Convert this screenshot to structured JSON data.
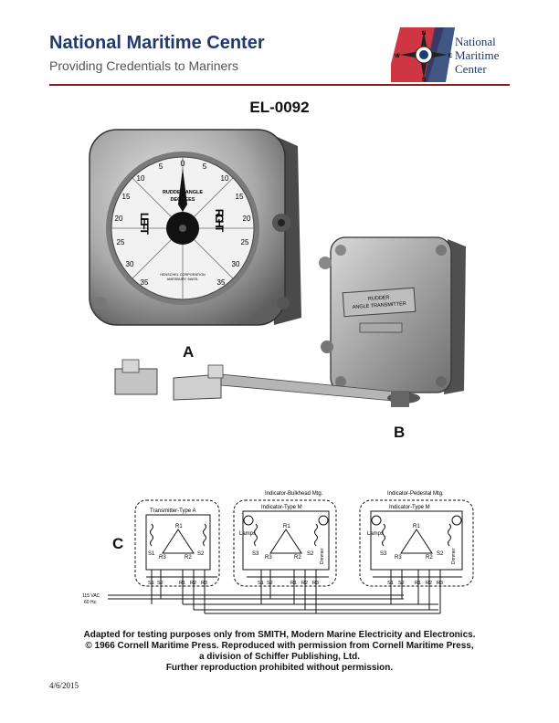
{
  "header": {
    "title": "National Maritime Center",
    "subtitle": "Providing Credentials to Mariners",
    "logo_lines": [
      "National",
      "Maritime",
      "Center"
    ],
    "compass_letters": [
      "N",
      "E",
      "S",
      "W"
    ]
  },
  "document_id": "EL-0092",
  "photo": {
    "indicator_label": "A",
    "transmitter_label": "B",
    "dial_left_scale": [
      "5",
      "10",
      "15",
      "20",
      "25",
      "30",
      "35"
    ],
    "dial_right_scale": [
      "5",
      "10",
      "15",
      "20",
      "25",
      "30",
      "35"
    ],
    "dial_zero": "0",
    "dial_title_lines": [
      "RUDDER ANGLE",
      "DEGREES"
    ],
    "dial_left_word": "LEFT",
    "dial_right_word": "RIGHT",
    "dial_maker_lines": [
      "HENSCHEL CORPORATION",
      "AMESBURY, MASS."
    ],
    "transmitter_plate_lines": [
      "RUDDER",
      "ANGLE TRANSMITTER"
    ]
  },
  "diagram": {
    "label": "C",
    "supply_lines": [
      "115 VAC",
      "60 Hz."
    ],
    "groups": [
      {
        "header": "",
        "box_title": "Transmitter-Type A",
        "left_label": "",
        "right_label": ""
      },
      {
        "header": "Indicator-Bulkhead Mtg.",
        "box_title": "Indicator-Type M",
        "left_label": "Lamps",
        "right_label": "Dimmer"
      },
      {
        "header": "Indicator-Pedestal Mtg.",
        "box_title": "Indicator-Type M",
        "left_label": "Lamps",
        "right_label": "Dimmer"
      }
    ],
    "winding_labels": {
      "r1": "R1",
      "r2": "R2",
      "r3": "R3",
      "s1": "S1",
      "s2": "S2",
      "s3": "S3"
    },
    "terminal_labels": [
      "S1",
      "S2",
      "R1",
      "R2",
      "R3"
    ]
  },
  "footer": {
    "lines": [
      "Adapted for testing purposes only from SMITH, Modern Marine Electricity and Electronics.",
      "© 1966 Cornell Maritime Press. Reproduced with permission from Cornell Maritime Press,",
      "a division of Schiffer Publishing, Ltd.",
      "Further reproduction prohibited without permission."
    ],
    "date": "4/6/2015"
  }
}
